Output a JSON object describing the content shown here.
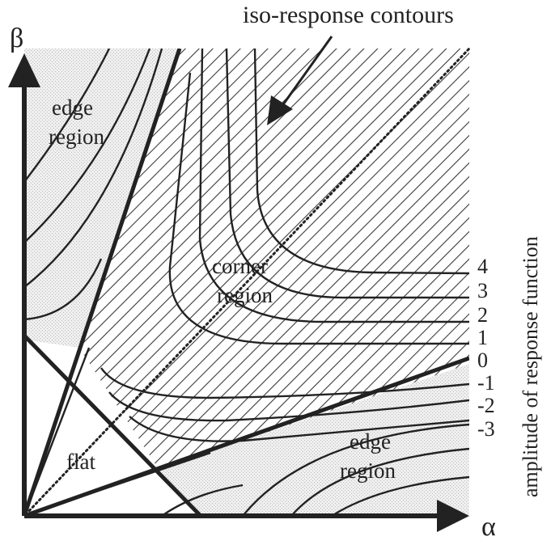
{
  "axes": {
    "x_label": "α",
    "y_label": "β"
  },
  "annotation": {
    "top_label": "iso-response contours",
    "side_label": "amplitude of response function"
  },
  "regions": {
    "edge_top_line1": "edge",
    "edge_top_line2": "region",
    "corner_line1": "corner",
    "corner_line2": "region",
    "flat": "flat",
    "edge_bottom_line1": "edge",
    "edge_bottom_line2": "region"
  },
  "contour_levels": [
    "4",
    "3",
    "2",
    "1",
    "0",
    "-1",
    "-2",
    "-3"
  ],
  "colors": {
    "ink": "#222222",
    "edge_stipple": "#e9e9e9",
    "hatch": "#3a3a3a",
    "background": "#ffffff"
  }
}
